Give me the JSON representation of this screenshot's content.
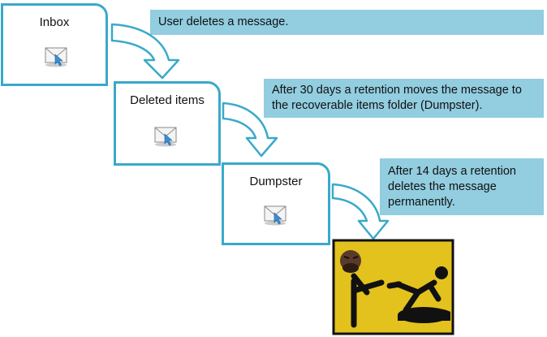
{
  "folders": [
    {
      "title": "Inbox",
      "icon": "envelope-icon"
    },
    {
      "title": "Deleted items",
      "icon": "envelope-icon"
    },
    {
      "title": "Dumpster",
      "icon": "envelope-icon"
    }
  ],
  "notes": [
    {
      "lines": [
        "User deletes a message."
      ]
    },
    {
      "lines": [
        "After 30 days a retention moves the message to",
        "the recoverable items folder (Dumpster)."
      ]
    },
    {
      "lines": [
        "After 14 days a retention",
        "deletes the message",
        "permanently."
      ]
    }
  ],
  "colors": {
    "box_border": "#3aa9c9",
    "note_fill": "#92cde0",
    "sign_fill": "#e3c21d",
    "sign_border": "#111111"
  },
  "illustration": "kick-into-pit-icon"
}
